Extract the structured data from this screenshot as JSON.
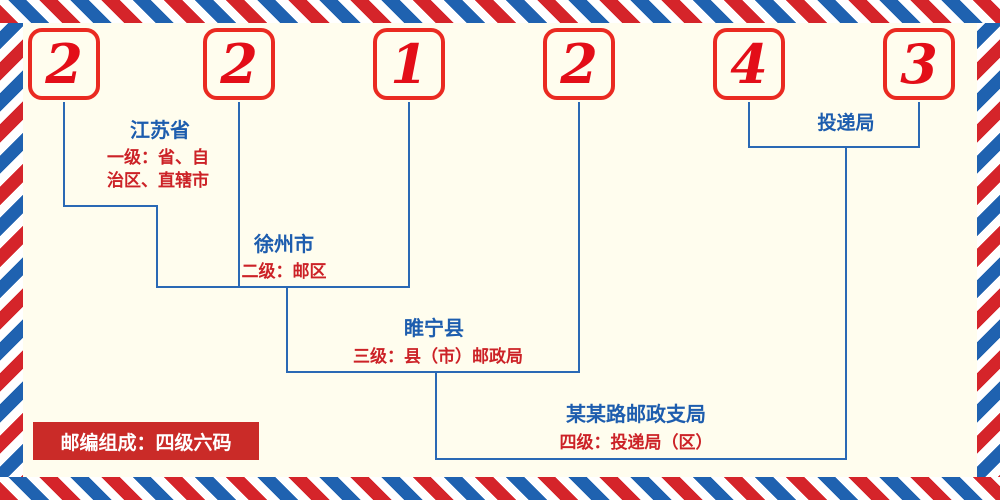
{
  "postal_code": {
    "value": "221243",
    "digits": [
      "2",
      "2",
      "1",
      "2",
      "4",
      "3"
    ]
  },
  "levels": {
    "level1": {
      "place": "江苏省",
      "desc_line1": "一级：省、自",
      "desc_line2": "治区、直辖市"
    },
    "level2": {
      "place": "徐州市",
      "desc": "二级：邮区"
    },
    "level3": {
      "place": "睢宁县",
      "desc": "三级：县（市）邮政局"
    },
    "level4": {
      "place": "某某路邮政支局",
      "desc": "四级：投递局（区）"
    },
    "delivery": {
      "place": "投递局"
    }
  },
  "badge": {
    "text": "邮编组成：四级六码"
  },
  "colors": {
    "digit_red": "#e30e18",
    "box_border_red": "#ea2a21",
    "text_blue": "#1d5dae",
    "text_red": "#cc2227",
    "line_blue": "#2a69b5",
    "stripe_red": "#d5242a",
    "stripe_blue": "#1f62b0",
    "background": "#fffdee"
  }
}
